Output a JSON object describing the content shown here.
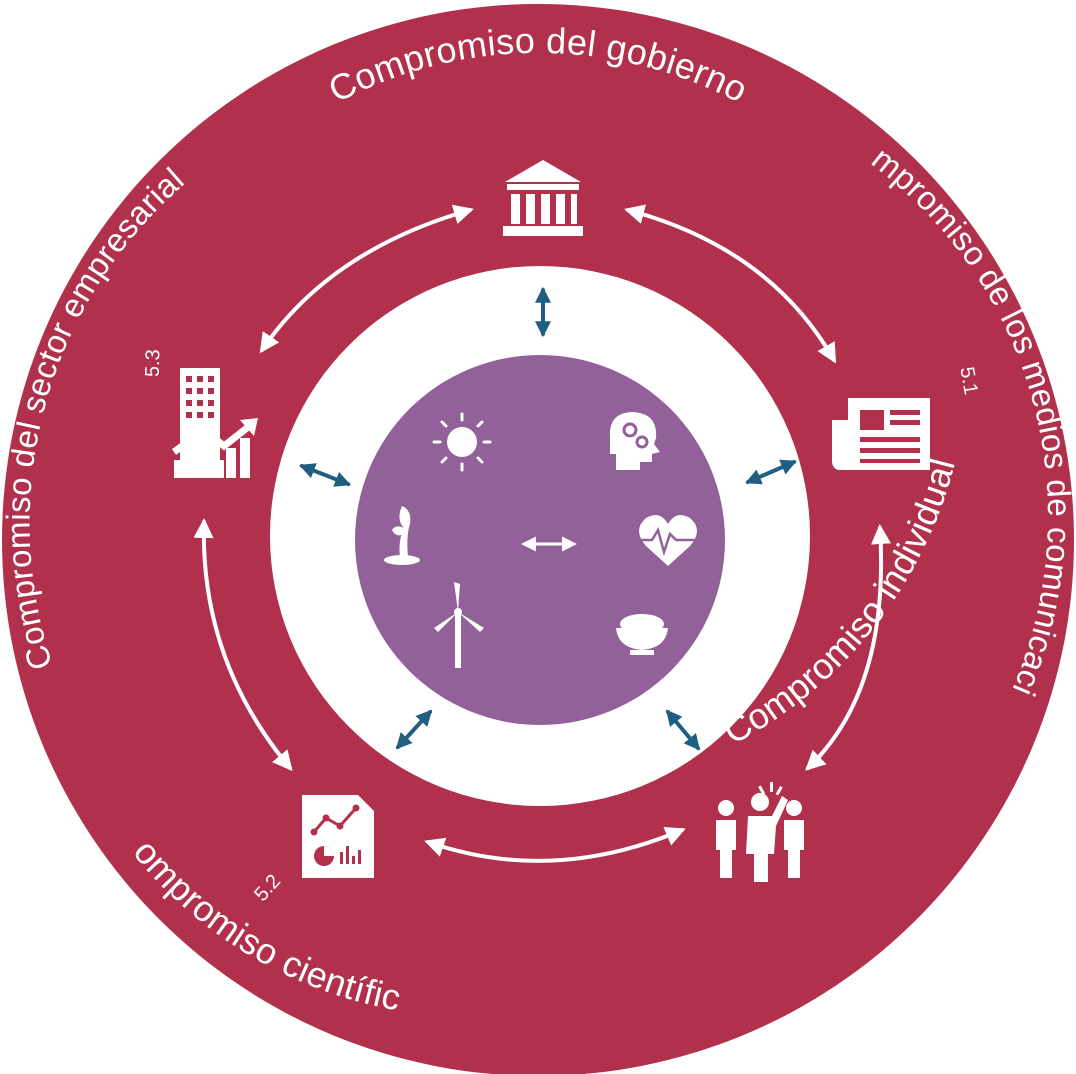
{
  "colors": {
    "outer_ring": "#b1314d",
    "inner_white": "#ffffff",
    "center_disc": "#93619a",
    "ring_arrows": "#ffffff",
    "inner_arrows": "#1f5f82"
  },
  "engagements": [
    {
      "key": "gobierno",
      "label": "Compromiso del gobierno",
      "section": "",
      "icon": "government-building-icon"
    },
    {
      "key": "medios",
      "label": "Compromiso de los medios de comunicación",
      "section": "5.1",
      "icon": "newspaper-icon"
    },
    {
      "key": "individual",
      "label": "Compromiso individual",
      "section": "",
      "icon": "people-group-icon"
    },
    {
      "key": "cientifico",
      "label": "Compromiso científico",
      "section": "5.2",
      "icon": "research-report-icon"
    },
    {
      "key": "empresarial",
      "label": "Compromiso del sector empresarial",
      "section": "5.3",
      "icon": "business-growth-icon"
    }
  ],
  "center_icons": [
    "sun-icon",
    "mind-gears-icon",
    "heartbeat-icon",
    "food-bowl-icon",
    "wind-turbine-icon",
    "plant-sprout-icon",
    "bidirectional-arrow-icon"
  ]
}
